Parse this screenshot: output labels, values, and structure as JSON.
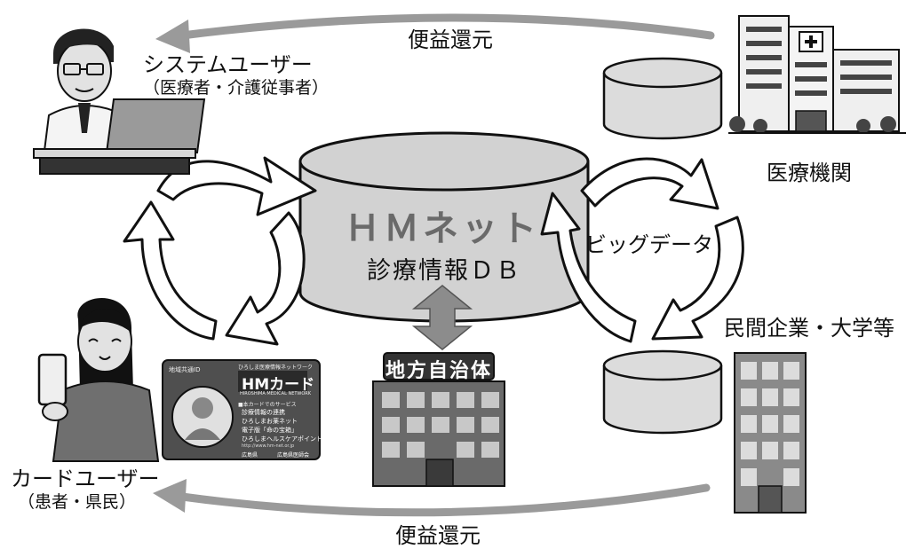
{
  "labels": {
    "benefit_top": "便益還元",
    "benefit_bottom": "便益還元",
    "system_user": "システムユーザー",
    "system_user_sub": "（医療者・介護従事者）",
    "card_user": "カードユーザー",
    "card_user_sub": "（患者・県民）",
    "medical_institution": "医療機関",
    "private_sector": "民間企業・大学等",
    "big_data": "ビッグデータ",
    "local_gov": "地方自治体",
    "db_title": "ＨＭネット",
    "db_subtitle": "診療情報ＤＢ"
  },
  "card": {
    "title": "HMカード",
    "header": "ひろしま医療情報ネットワーク",
    "brand_line": "HIROSHIMA MEDICAL NETWORK",
    "area_note": "地域共通ID",
    "items_heading": "■本カードでのサービス",
    "items": [
      "診療情報の連携",
      "ひろしまお薬ネット",
      "電子版「命の宝箱」",
      "ひろしまヘルスケアポイント"
    ],
    "url": "http://www.hm-net.or.jp",
    "footer_left": "広島県",
    "footer_right": "広島県医師会"
  },
  "colors": {
    "arrow_fill": "#ffffff",
    "arrow_stroke": "#111111",
    "benefit_arrow": "#9a9a9a",
    "db_fill": "#d2d2d2",
    "double_arrow": "#8c8c8c",
    "card_bg": "#4f4f4f"
  }
}
